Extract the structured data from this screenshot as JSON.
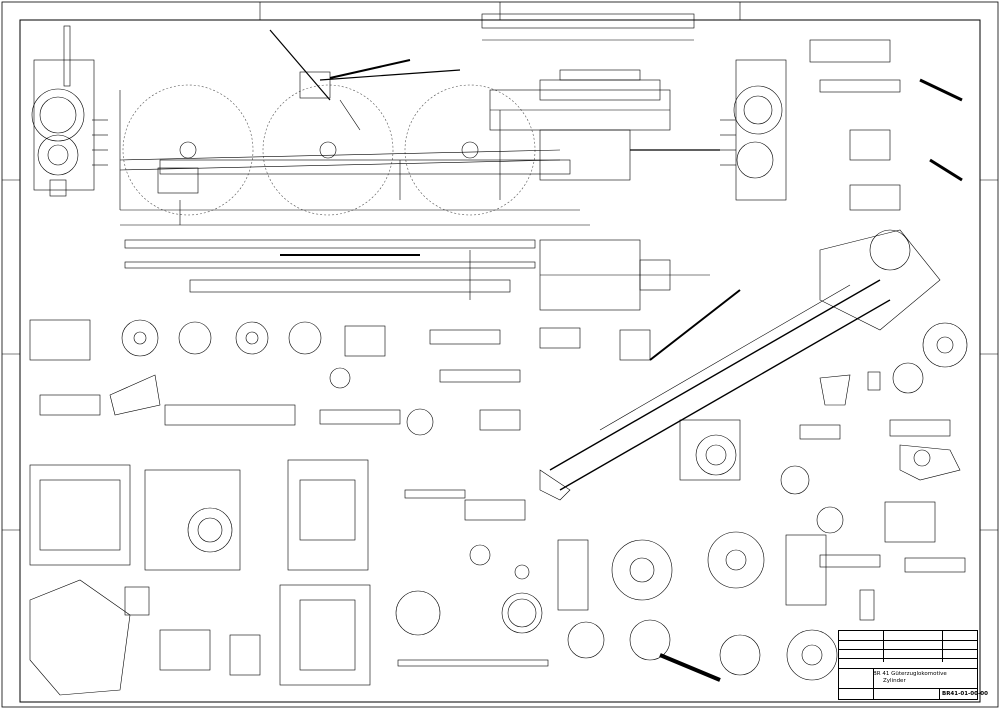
{
  "title_block": {
    "title": "BR 41 Güterzuglokomotive",
    "subtitle": "Zylinder",
    "drawing_number": "BR41-01-00-00"
  },
  "colors": {
    "paper": "#ffffff",
    "ink": "#000000",
    "hidden_circle": "#555555"
  }
}
